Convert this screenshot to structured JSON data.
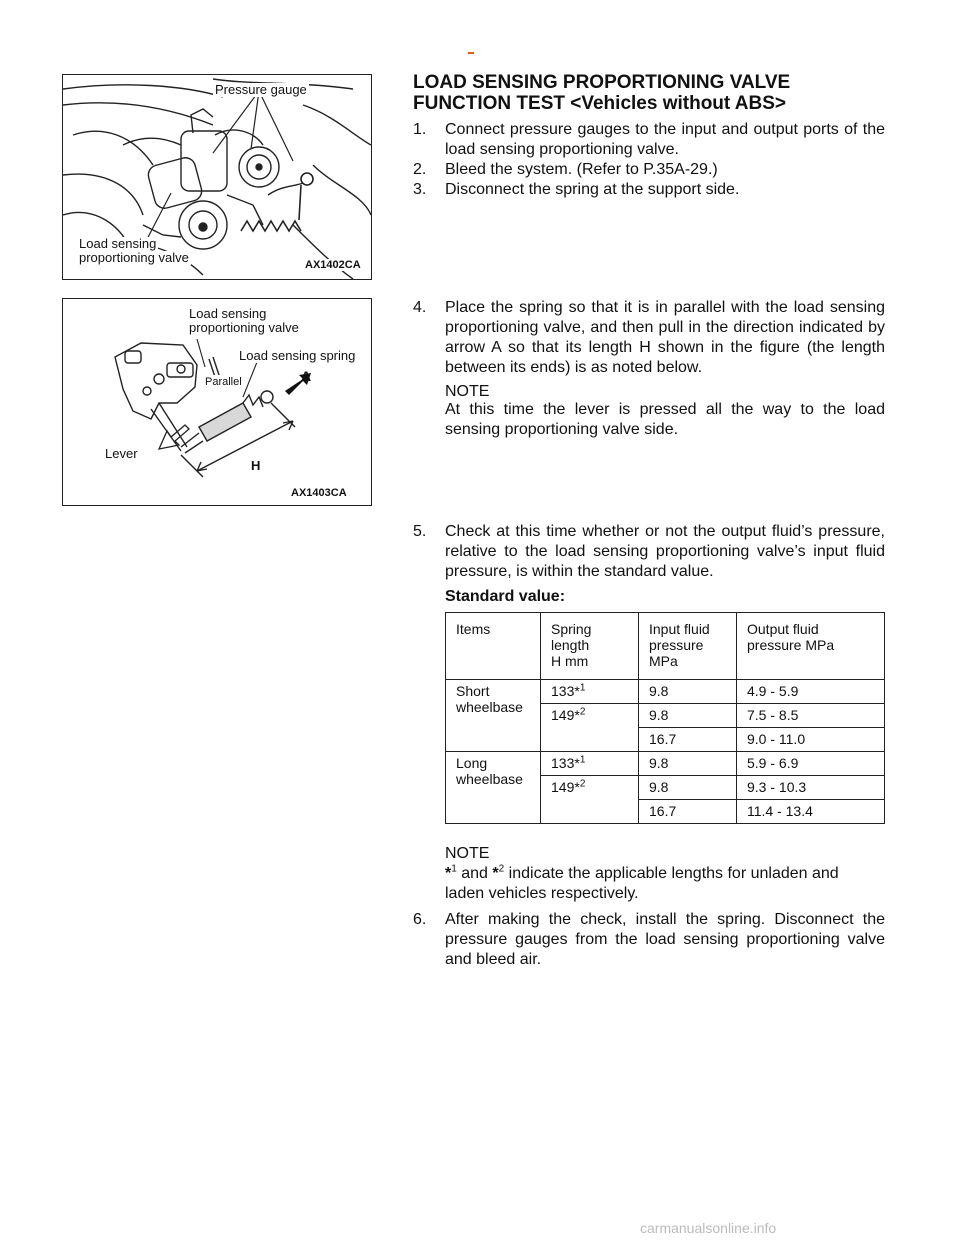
{
  "header_mark": "-",
  "figure1": {
    "label_pressure_gauge": "Pressure gauge",
    "label_valve_line1": "Load sensing",
    "label_valve_line2": "proportioning valve",
    "code": "AX1402CA"
  },
  "figure2": {
    "label_valve_line1": "Load sensing",
    "label_valve_line2": "proportioning valve",
    "label_spring": "Load sensing spring",
    "label_parallel": "Parallel",
    "label_a": "A",
    "label_lever": "Lever",
    "label_h": "H",
    "code": "AX1403CA"
  },
  "title": {
    "line1": "LOAD SENSING PROPORTIONING VALVE",
    "line2": "FUNCTION TEST <Vehicles without ABS>"
  },
  "steps": [
    {
      "num": "1.",
      "text": "Connect pressure gauges to the input and output ports of the load sensing proportioning valve."
    },
    {
      "num": "2.",
      "text": "Bleed the system. (Refer to P.35A-29.)"
    },
    {
      "num": "3.",
      "text": "Disconnect the spring at the support side."
    },
    {
      "num": "4.",
      "text": "Place the spring so that it is in parallel with the load sensing proportioning valve, and then pull in the direction indicated by arrow A so that its length H shown in the figure (the length between its ends) is as noted below."
    },
    {
      "num": "5.",
      "text": "Check at this time whether or not the output fluid’s pressure, relative to the load sensing proportioning valve’s input fluid pressure, is within the standard value."
    },
    {
      "num": "6.",
      "text": "After making the check, install the spring. Disconnect the pressure gauges from the load sensing proportioning valve and bleed air."
    }
  ],
  "note1": {
    "label": "NOTE",
    "text": "At this time the lever is pressed all the way to the load sensing proportioning valve side."
  },
  "standard_value_label": "Standard value:",
  "table": {
    "headers": {
      "items": "Items",
      "spring_l1": "Spring",
      "spring_l2": "length",
      "spring_l3": "H mm",
      "input_l1": "Input fluid",
      "input_l2": "pressure",
      "input_l3": "MPa",
      "output_l1": "Output fluid",
      "output_l2": "pressure MPa"
    },
    "short_l1": "Short",
    "short_l2": "wheelbase",
    "long_l1": "Long",
    "long_l2": "wheelbase",
    "star": "*",
    "sup1": "1",
    "sup2": "2",
    "len133": "133",
    "len149": "149",
    "rows": [
      {
        "input": "9.8",
        "output": "4.9 - 5.9"
      },
      {
        "input": "9.8",
        "output": "7.5 - 8.5"
      },
      {
        "input": "16.7",
        "output": "9.0 - 11.0"
      },
      {
        "input": "9.8",
        "output": "5.9 - 6.9"
      },
      {
        "input": "9.8",
        "output": "9.3 - 10.3"
      },
      {
        "input": "16.7",
        "output": "11.4 - 13.4"
      }
    ]
  },
  "note2": {
    "label": "NOTE",
    "star": "*",
    "sup1": "1",
    "sup2": "2",
    "and": "and",
    "rest1": "indicate the applicable lengths for unladen and",
    "rest2": "laden vehicles respectively."
  },
  "footer": "carmanualsonline.info"
}
